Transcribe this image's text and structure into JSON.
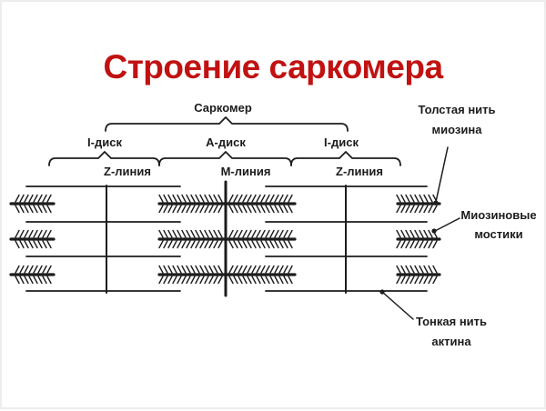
{
  "page": {
    "background": "#ffffff",
    "border_color": "#ededed"
  },
  "title": {
    "text": "Строение саркомера",
    "color": "#c11212"
  },
  "diagram": {
    "ink_color": "#1c1c1c",
    "labels": {
      "sarcomere": "Саркомер",
      "i_disk_left": "I-диск",
      "a_disk": "А-диск",
      "i_disk_right": "I-диск",
      "z_line_left": "Z-линия",
      "m_line": "М-линия",
      "z_line_right": "Z-линия"
    },
    "annotations": {
      "thick_filament": {
        "line1": "Толстая нить",
        "line2": "миозина"
      },
      "myosin_bridges": {
        "line1": "Миозиновые",
        "line2": "мостики"
      },
      "thin_filament": {
        "line1": "Тонкая нить",
        "line2": "актина"
      }
    }
  }
}
